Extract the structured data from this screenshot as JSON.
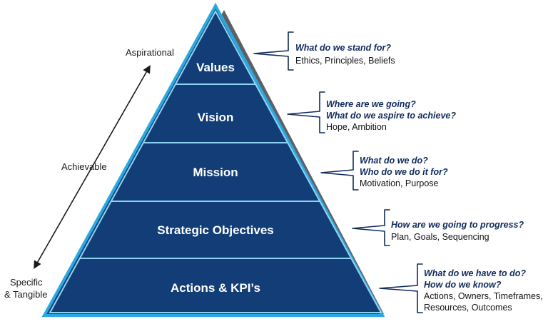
{
  "colors": {
    "tier_fill": "#133d76",
    "tier_stroke": "#8fd3f2",
    "outline": "#2aa8e0",
    "shadow": "#5f6066",
    "brace": "#0f2a5c"
  },
  "axis": {
    "top_label": "Aspirational",
    "middle_label": "Achievable",
    "bottom_label_line1": "Specific",
    "bottom_label_line2": "& Tangible"
  },
  "levels": [
    {
      "label": "Values",
      "questions": [
        "What do we stand for?"
      ],
      "details": [
        "Ethics, Principles, Beliefs"
      ]
    },
    {
      "label": "Vision",
      "questions": [
        "Where are we going?",
        "What do we aspire to achieve?"
      ],
      "details": [
        "Hope, Ambition"
      ]
    },
    {
      "label": "Mission",
      "questions": [
        "What do we do?",
        "Who do we do it for?"
      ],
      "details": [
        "Motivation, Purpose"
      ]
    },
    {
      "label": "Strategic Objectives",
      "questions": [
        "How are we going to progress?"
      ],
      "details": [
        "Plan, Goals, Sequencing"
      ]
    },
    {
      "label": "Actions & KPI’s",
      "questions": [
        "What do we have to do?",
        "How do we know?"
      ],
      "details": [
        "Actions, Owners, Timeframes,",
        "Resources, Outcomes"
      ]
    }
  ]
}
